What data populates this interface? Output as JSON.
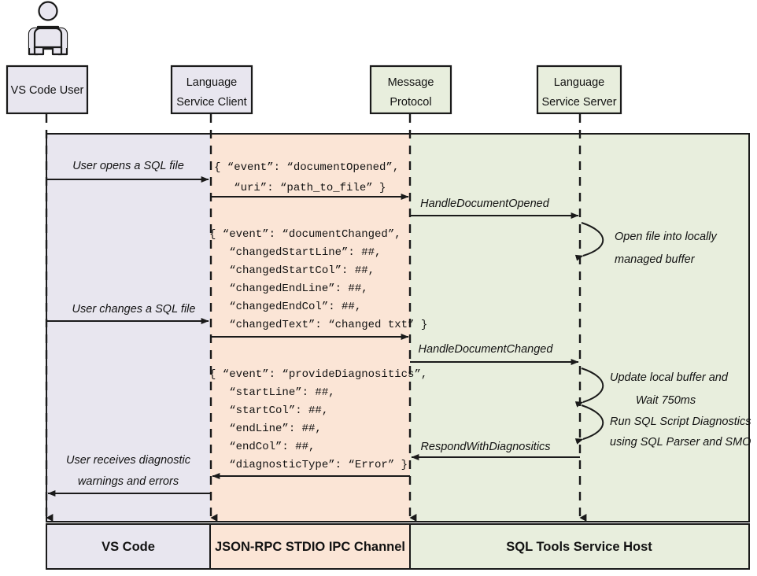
{
  "diagram": {
    "title": "SQL Tools Service language protocol sequence",
    "colors": {
      "vscode_band": "#e8e6ef",
      "ipc_band": "#fbe5d6",
      "service_band": "#e8eedd",
      "stroke": "#1a1a1a",
      "actor_fill": "#e8e6ef"
    }
  },
  "actor": {
    "icon": "person-icon"
  },
  "participants": [
    {
      "id": "vscode-user",
      "line1": "VS Code User",
      "line2": ""
    },
    {
      "id": "language-client",
      "line1": "Language",
      "line2": "Service Client"
    },
    {
      "id": "message-protocol",
      "line1": "Message",
      "line2": "Protocol"
    },
    {
      "id": "language-server",
      "line1": "Language",
      "line2": "Service Server"
    }
  ],
  "user_messages": [
    {
      "id": "user-opens",
      "line1": "User opens a SQL file",
      "line2": ""
    },
    {
      "id": "user-changes",
      "line1": "User changes a SQL file",
      "line2": ""
    },
    {
      "id": "user-receives",
      "line1": "User receives diagnostic",
      "line2": "warnings and errors"
    }
  ],
  "protocol_messages": [
    {
      "id": "handle-document-opened",
      "label": "HandleDocumentOpened"
    },
    {
      "id": "handle-document-changed",
      "label": "HandleDocumentChanged"
    },
    {
      "id": "respond-with-diagnostics",
      "label": "RespondWithDiagnositics"
    }
  ],
  "self_actions": [
    {
      "id": "open-file-buffer",
      "line1": "Open file into locally",
      "line2": "managed buffer"
    },
    {
      "id": "update-buffer-wait",
      "line1": "Update local buffer and",
      "line2": "Wait 750ms"
    },
    {
      "id": "run-diagnostics",
      "line1": "Run SQL Script Diagnostics",
      "line2": "using SQL Parser and SMO"
    }
  ],
  "json_blocks": [
    {
      "id": "document-opened-payload",
      "lines": [
        "{ “event”: “documentOpened”,",
        "   “uri”: “path_to_file” }"
      ]
    },
    {
      "id": "document-changed-payload",
      "lines": [
        "{ “event”: “documentChanged”,",
        "   “changedStartLine”: ##,",
        "   “changedStartCol”: ##,",
        "   “changedEndLine”: ##,",
        "   “changedEndCol”: ##,",
        "   “changedText”: “changed txt” }"
      ]
    },
    {
      "id": "provide-diagnostics-payload",
      "lines": [
        "{ “event”: “provideDiagnositics”,",
        "   “startLine”: ##,",
        "   “startCol”: ##,",
        "   “endLine”: ##,",
        "   “endCol”: ##,",
        "   “diagnosticType”: “Error” }"
      ]
    }
  ],
  "footer_bands": [
    {
      "id": "footer-vscode",
      "label": "VS Code"
    },
    {
      "id": "footer-ipc",
      "label": "JSON-RPC STDIO IPC Channel"
    },
    {
      "id": "footer-service",
      "label": "SQL Tools Service Host"
    }
  ]
}
